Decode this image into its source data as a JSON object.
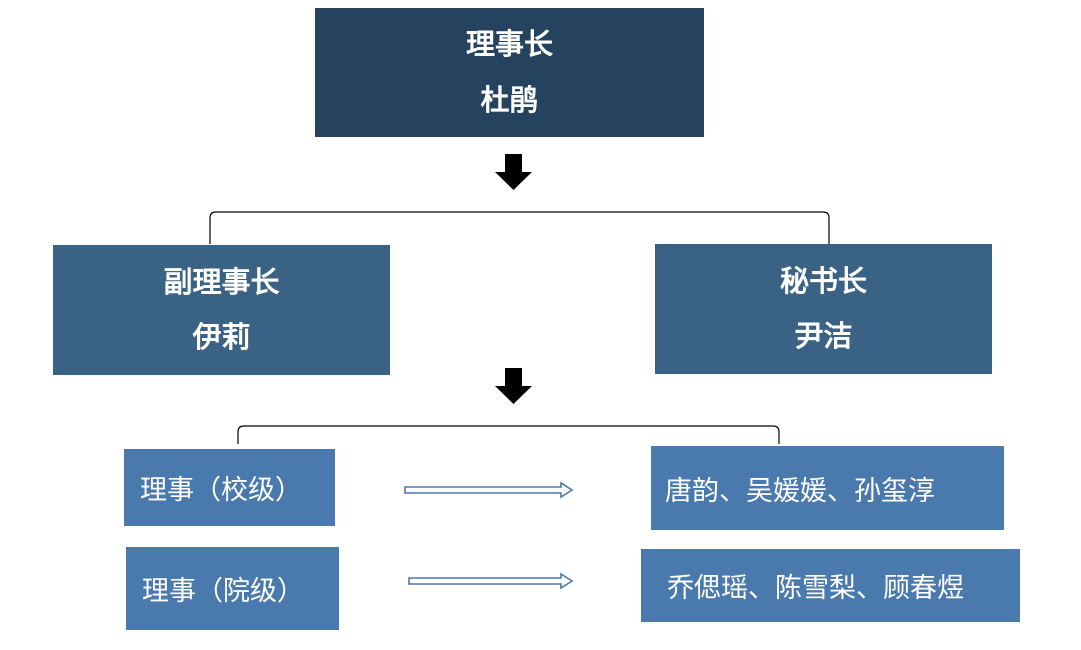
{
  "chair": {
    "title": "理事长",
    "name": "杜鹃"
  },
  "vice_chair": {
    "title": "副理事长",
    "name": "伊莉"
  },
  "secretary_general": {
    "title": "秘书长",
    "name": "尹洁"
  },
  "directors": [
    {
      "level": "理事（校级）",
      "members": "唐韵、吴媛媛、孙玺淳"
    },
    {
      "level": "理事（院级）",
      "members": "乔偲瑶、陈雪梨、顾春煜"
    }
  ],
  "colors": {
    "top_box": "#25425e",
    "middle_box": "#3a6285",
    "bottom_box": "#4a79ad",
    "arrow": "#000000",
    "connector": "#4a79ad"
  }
}
